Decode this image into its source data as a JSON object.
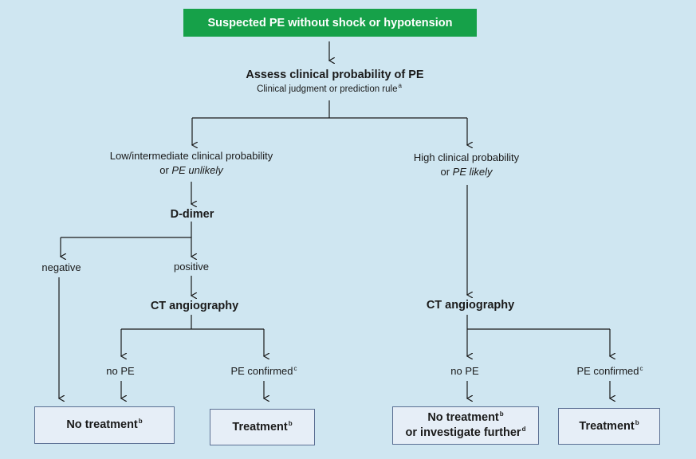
{
  "start": {
    "label": "Suspected PE without shock or hypotension"
  },
  "assess": {
    "title": "Assess clinical probability of PE",
    "subtitle": "Clinical judgment or prediction rule",
    "subtitle_mark": "a"
  },
  "left_branch": {
    "line1": "Low/intermediate clinical probability",
    "line2_prefix": "or ",
    "line2_italic": "PE unlikely",
    "ddimer": "D-dimer",
    "negative": "negative",
    "positive": "positive",
    "ct": "CT angiography",
    "no_pe": "no PE",
    "pe_confirmed": "PE confirmed",
    "pe_confirmed_mark": "c"
  },
  "right_branch": {
    "line1": "High clinical probability",
    "line2_prefix": "or ",
    "line2_italic": "PE likely",
    "ct": "CT angiography",
    "no_pe": "no PE",
    "pe_confirmed": "PE confirmed",
    "pe_confirmed_mark": "c"
  },
  "outcomes": {
    "left_no_treatment": {
      "label": "No treatment",
      "mark": "b"
    },
    "left_treatment": {
      "label": "Treatment",
      "mark": "b"
    },
    "right_no_treatment": {
      "line1": "No treatment",
      "line1_mark": "b",
      "line2": "or investigate further",
      "line2_mark": "d"
    },
    "right_treatment": {
      "label": "Treatment",
      "mark": "b"
    }
  },
  "colors": {
    "background": "#cfe6f1",
    "start_box": "#16a149",
    "outcome_box": "#e6eef7",
    "outcome_border": "#5b6f93",
    "line": "#1a1a1a"
  }
}
